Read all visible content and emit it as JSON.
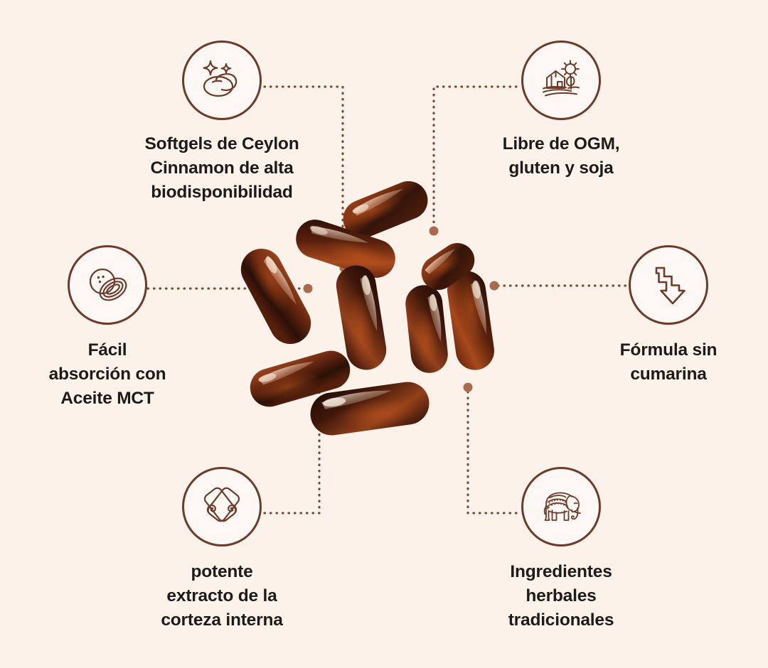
{
  "page": {
    "background_color": "#FDF2EA",
    "accent_color": "#6E3B2A",
    "connector_color": "#7A4A34",
    "text_color": "#1C1B1A",
    "icon_fill_color": "#FDF8F4"
  },
  "product": {
    "name": "ceylon-cinnamon-softgel-capsules",
    "description": "Cluster of nine dark amber softgel capsules",
    "capsule_color_dark": "#2A1008",
    "capsule_color_mid": "#6B2A0E",
    "capsule_color_light": "#A6461A",
    "capsule_highlight": "#FFE8D2"
  },
  "features": [
    {
      "id": "softgels",
      "icon": "softgel-capsules-sparkle-icon",
      "label": "Softgels de Ceylon\nCinnamon de alta\nbiodisponibilidad"
    },
    {
      "id": "ogm",
      "icon": "farm-landscape-icon",
      "label": "Libre de OGM,\ngluten y soja"
    },
    {
      "id": "mct",
      "icon": "coconut-oil-icon",
      "label": "Fácil\nabsorción con\nAceite MCT"
    },
    {
      "id": "cumarina",
      "icon": "downward-zigzag-arrow-icon",
      "label": "Fórmula sin\ncumarina"
    },
    {
      "id": "corteza",
      "icon": "cinnamon-sticks-icon",
      "label": "potente\nextracto de la\ncorteza interna"
    },
    {
      "id": "herbales",
      "icon": "decorated-elephant-icon",
      "label": "Ingredientes\nherbales\ntradicionales"
    }
  ]
}
